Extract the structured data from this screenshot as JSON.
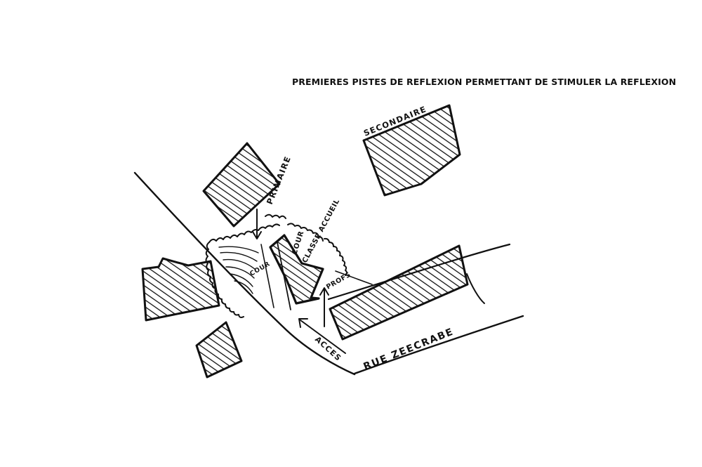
{
  "title": "PREMIERES PISTES DE REFLEXION PERMETTANT DE STIMULER LA REFLEXION",
  "labels": {
    "secondaire": "SECONDAIRE",
    "primaire": "PRIMAIRE",
    "cour_classe_accueil_line1": "COUR",
    "cour_classe_accueil_line2": "CLASSE ACCUEIL",
    "cour": "COUR",
    "profs": "PROFS",
    "acces": "ACCES",
    "street": "RUE ZEECRABE"
  },
  "colors": {
    "ink": "#111111",
    "paper": "#ffffff"
  }
}
